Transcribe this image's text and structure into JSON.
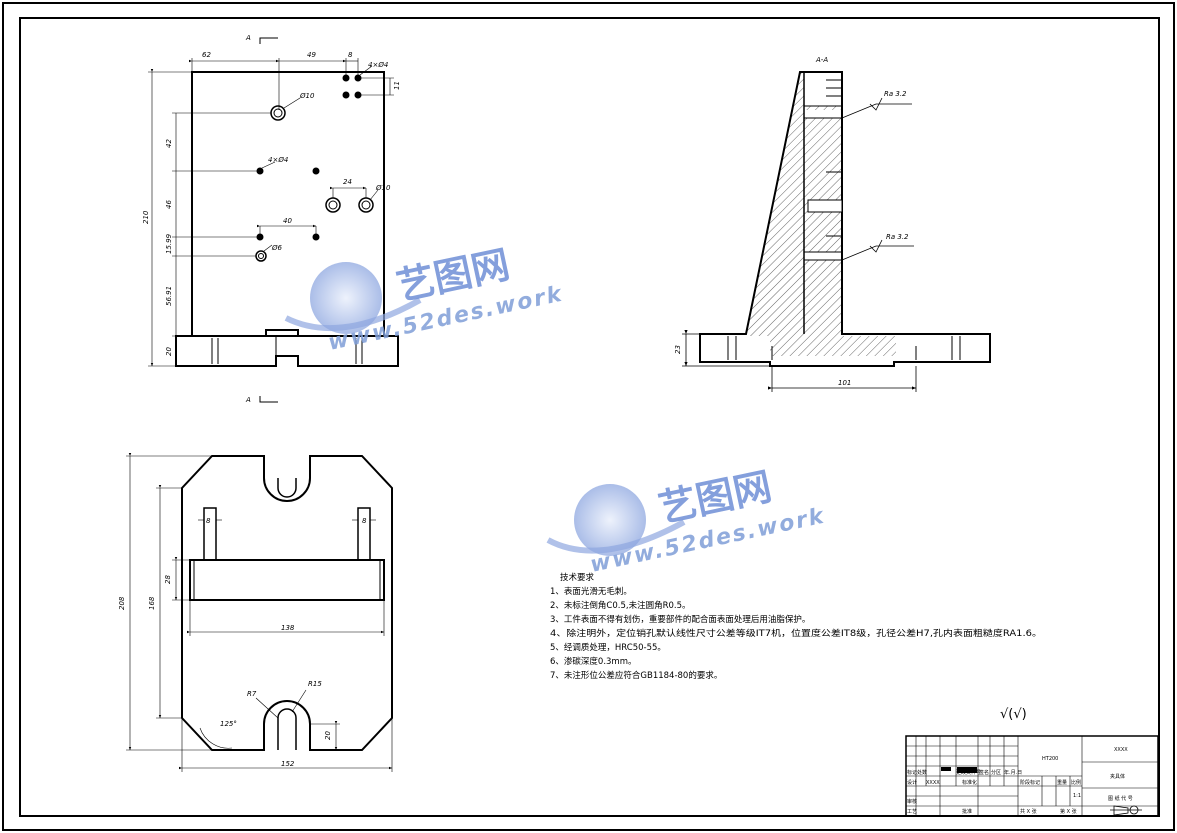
{
  "watermark": {
    "brand": "艺图网",
    "url": "www.52des.work"
  },
  "section_label": {
    "top": "A",
    "bottom": "A",
    "view": "A-A"
  },
  "front_view": {
    "dims": {
      "d62": "62",
      "d49": "49",
      "d8": "8",
      "holes4": "4×Ø4",
      "d11": "11",
      "phi10": "Ø10",
      "d42": "42",
      "holes4b": "4×Ø4",
      "d24": "24",
      "phi10b": "Ø10",
      "d46": "46",
      "d40": "40",
      "d15_99": "15.99",
      "phi6": "Ø6",
      "d56_91": "56.91",
      "d20": "20",
      "d210": "210"
    }
  },
  "section_view": {
    "rough1": "Ra 3.2",
    "rough2": "Ra 3.2",
    "d23": "23",
    "d101": "101"
  },
  "top_view": {
    "dims": {
      "d8a": "8",
      "d8b": "8",
      "d28": "28",
      "d168": "168",
      "d138": "138",
      "r7": "R7",
      "r15": "R15",
      "a125": "125°",
      "d20": "20",
      "d208": "208",
      "d152": "152"
    }
  },
  "notes": {
    "title": "技术要求",
    "items": [
      "1、表面光滑无毛刺。",
      "2、未标注倒角C0.5,未注圆角R0.5。",
      "3、工件表面不得有划伤，重要部件的配合面表面处理后用油脂保护。",
      "4、除注明外，定位销孔默认线性尺寸公差等级IT7机，位置度公差IT8级，孔径公差H7,孔内表面粗糙度RA1.6。",
      "5、经调质处理，HRC50-55。",
      "6、渗碳深度0.3mm。",
      "7、未注形位公差应符合GB1184-80的要求。"
    ]
  },
  "roughness_symbol": "√(√)",
  "title_block": {
    "material": "HT200",
    "company": "XXXX",
    "part_name": "夹具体",
    "scale": "1:1",
    "drawing_no": "图 纸 代 号",
    "c_designer": "设计",
    "c_designer_name": "XXXX",
    "c_std": "标准化",
    "c_review": "审核",
    "c_process": "工艺",
    "c_approve": "批准",
    "c_mark": "标记",
    "c_count": "处数",
    "c_zone": "分区",
    "c_change": "更改文件号",
    "c_sign": "签名",
    "c_date": "年.月.日",
    "c_stage": "阶段标记",
    "c_weight": "重量",
    "c_ratio": "比例",
    "c_sheets": "共 X 张",
    "c_sheet": "第 X 张"
  }
}
